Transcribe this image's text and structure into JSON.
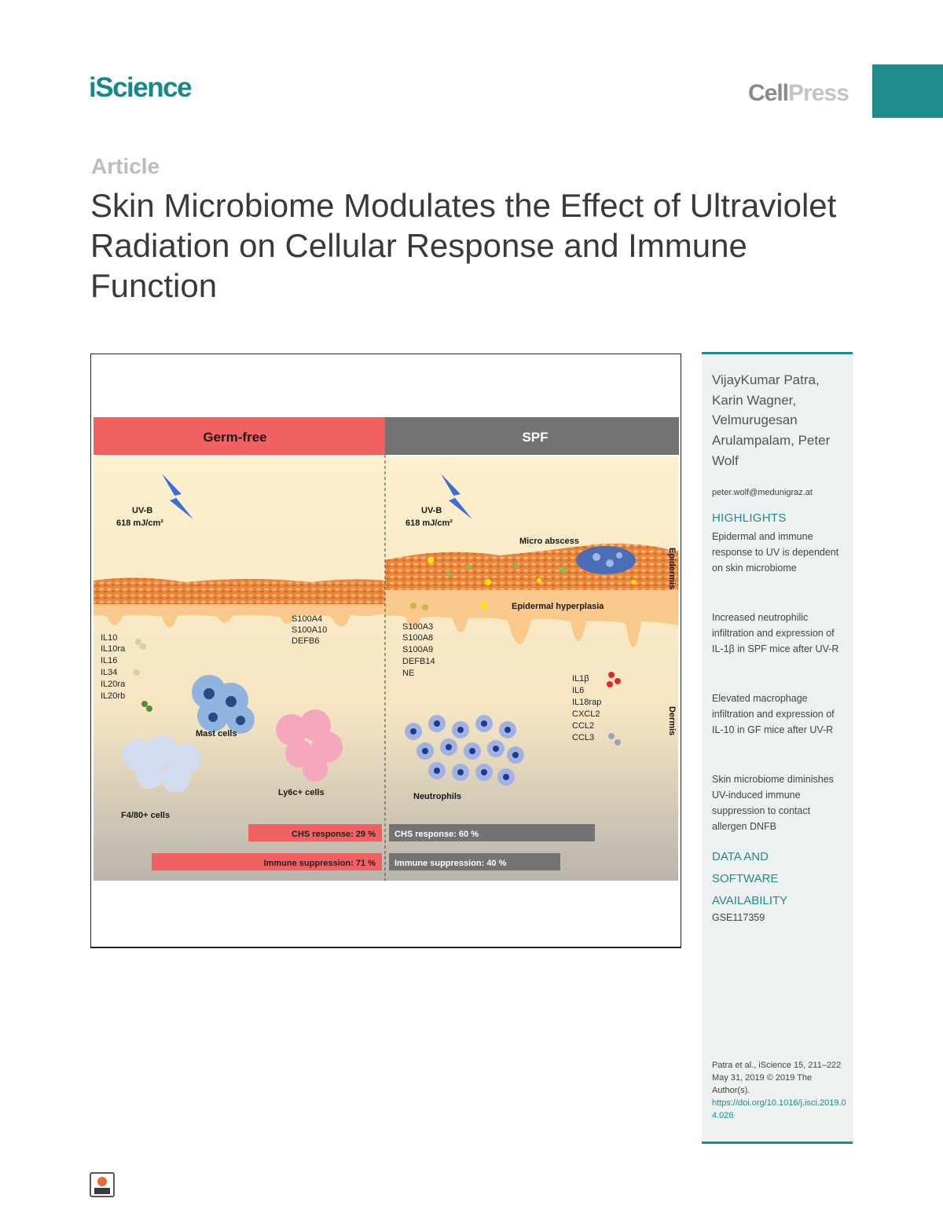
{
  "header": {
    "journal": "iScience",
    "publisher_part1": "Cell",
    "publisher_part2": "Press"
  },
  "article": {
    "type": "Article",
    "title": "Skin Microbiome Modulates the Effect of Ultraviolet Radiation on Cellular Response and Immune Function"
  },
  "graphical_abstract": {
    "left_panel": "Germ-free",
    "right_panel": "SPF",
    "uv_label": "UV-B",
    "uv_dose": "618 mJ/cm²",
    "epidermis_label": "Epidermis",
    "dermis_label": "Dermis",
    "micro_abscess": "Micro abscess",
    "epidermal_hyperplasia": "Epidermal hyperplasia",
    "gf_markers_a": [
      "S100A4",
      "S100A10",
      "DEFB6"
    ],
    "gf_markers_b": [
      "IL10",
      "IL10ra",
      "IL16",
      "IL34",
      "IL20ra",
      "IL20rb"
    ],
    "spf_markers_a": [
      "S100A3",
      "S100A8",
      "S100A9",
      "DEFB14",
      "NE"
    ],
    "spf_markers_b": [
      "IL1β",
      "IL6",
      "IL18rap",
      "CXCL2",
      "CCL2",
      "CCL3"
    ],
    "mast_cells": "Mast cells",
    "ly6c_cells": "Ly6c+ cells",
    "f480_cells": "F4/80+ cells",
    "neutrophils": "Neutrophils",
    "chs_gf": "CHS response: 29 %",
    "chs_spf": "CHS response: 60 %",
    "imm_gf": "Immune suppression: 71 %",
    "imm_spf": "Immune suppression: 40 %",
    "colors": {
      "germ_free": "#f26161",
      "spf": "#737373",
      "epidermis": "#e8863a",
      "dermis": "#fbecc4"
    }
  },
  "sidebar": {
    "authors": "VijayKumar Patra, Karin Wagner, Velmurugesan Arulampalam, Peter Wolf",
    "email": "peter.wolf@medunigraz.at",
    "highlights_heading": "HIGHLIGHTS",
    "highlights": [
      "Epidermal and immune response to UV is dependent on skin microbiome",
      "Increased neutrophilic infiltration and expression of IL-1β in SPF mice after UV-R",
      "Elevated macrophage infiltration and expression of IL-10 in GF mice after UV-R",
      "Skin microbiome diminishes UV-induced immune suppression to contact allergen DNFB"
    ],
    "data_heading": "DATA AND SOFTWARE AVAILABILITY",
    "accession": "GSE117359",
    "citation": "Patra et al., iScience 15, 211–222",
    "date": "May 31, 2019 © 2019 The Author(s).",
    "doi": "https://doi.org/10.1016/j.isci.2019.04.026"
  },
  "footer": {
    "icon": "crossmark-icon"
  }
}
